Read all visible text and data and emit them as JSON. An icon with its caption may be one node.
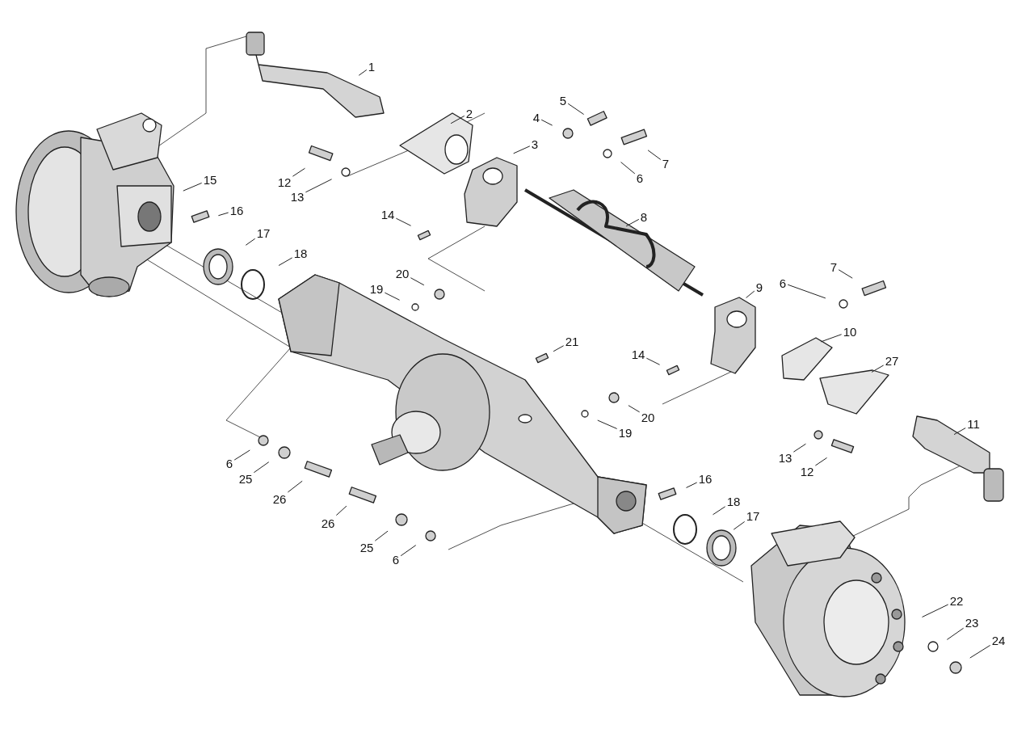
{
  "diagram": {
    "nodes": [
      {
        "text": [
          "1"
        ]
      },
      {
        "text": [
          "2"
        ]
      },
      {
        "text": [
          "5"
        ]
      },
      {
        "text": [
          "4"
        ]
      },
      {
        "text": [
          "3"
        ]
      },
      {
        "text": [
          "7"
        ]
      },
      {
        "text": [
          "6"
        ]
      },
      {
        "text": [
          "12"
        ]
      },
      {
        "text": [
          "13"
        ]
      },
      {
        "text": [
          "15"
        ]
      },
      {
        "text": [
          "16"
        ]
      },
      {
        "text": [
          "14"
        ]
      },
      {
        "text": [
          "8"
        ]
      },
      {
        "text": [
          "17"
        ]
      },
      {
        "text": [
          "18"
        ]
      },
      {
        "text": [
          "20"
        ]
      },
      {
        "text": [
          "19"
        ]
      },
      {
        "text": [
          "7"
        ]
      },
      {
        "text": [
          "6"
        ]
      },
      {
        "text": [
          "9"
        ]
      },
      {
        "text": [
          "10"
        ]
      },
      {
        "text": [
          "21"
        ]
      },
      {
        "text": [
          "14"
        ]
      },
      {
        "text": [
          "27"
        ]
      },
      {
        "text": [
          "20"
        ]
      },
      {
        "text": [
          "19"
        ]
      },
      {
        "text": [
          "11"
        ]
      },
      {
        "text": [
          "13"
        ]
      },
      {
        "text": [
          "6"
        ]
      },
      {
        "text": [
          "12"
        ]
      },
      {
        "text": [
          "25"
        ]
      },
      {
        "text": [
          "16"
        ]
      },
      {
        "text": [
          "26"
        ]
      },
      {
        "text": [
          "18"
        ]
      },
      {
        "text": [
          "17"
        ]
      },
      {
        "text": [
          "26"
        ]
      },
      {
        "text": [
          "25"
        ]
      },
      {
        "text": [
          "6"
        ]
      },
      {
        "text": [
          "22"
        ]
      },
      {
        "text": [
          "23"
        ]
      },
      {
        "text": [
          "24"
        ]
      }
    ],
    "edges": [
      {
        "from": 0,
        "to": null,
        "arrow": "none"
      },
      {
        "from": 1,
        "to": null,
        "arrow": "none"
      },
      {
        "from": 2,
        "to": null,
        "arrow": "none"
      },
      {
        "from": 3,
        "to": null,
        "arrow": "none"
      },
      {
        "from": 4,
        "to": null,
        "arrow": "none"
      },
      {
        "from": 5,
        "to": null,
        "arrow": "none"
      },
      {
        "from": 6,
        "to": null,
        "arrow": "none"
      },
      {
        "from": 7,
        "to": null,
        "arrow": "none"
      },
      {
        "from": 8,
        "to": null,
        "arrow": "none"
      },
      {
        "from": 9,
        "to": null,
        "arrow": "none"
      },
      {
        "from": 10,
        "to": null,
        "arrow": "none"
      },
      {
        "from": 11,
        "to": null,
        "arrow": "none"
      },
      {
        "from": 12,
        "to": null,
        "arrow": "none"
      },
      {
        "from": 13,
        "to": null,
        "arrow": "none"
      },
      {
        "from": 14,
        "to": null,
        "arrow": "none"
      },
      {
        "from": 15,
        "to": null,
        "arrow": "none"
      },
      {
        "from": 16,
        "to": null,
        "arrow": "none"
      },
      {
        "from": 17,
        "to": null,
        "arrow": "none"
      },
      {
        "from": 18,
        "to": null,
        "arrow": "none"
      },
      {
        "from": 19,
        "to": null,
        "arrow": "none"
      },
      {
        "from": 20,
        "to": null,
        "arrow": "none"
      },
      {
        "from": 21,
        "to": null,
        "arrow": "none"
      },
      {
        "from": 22,
        "to": null,
        "arrow": "none"
      },
      {
        "from": 23,
        "to": null,
        "arrow": "none"
      },
      {
        "from": 24,
        "to": null,
        "arrow": "none"
      },
      {
        "from": 25,
        "to": null,
        "arrow": "none"
      },
      {
        "from": 26,
        "to": null,
        "arrow": "none"
      },
      {
        "from": 27,
        "to": null,
        "arrow": "none"
      },
      {
        "from": 28,
        "to": null,
        "arrow": "none"
      },
      {
        "from": 29,
        "to": null,
        "arrow": "none"
      },
      {
        "from": 30,
        "to": null,
        "arrow": "none"
      },
      {
        "from": 31,
        "to": null,
        "arrow": "none"
      },
      {
        "from": 32,
        "to": null,
        "arrow": "none"
      },
      {
        "from": 33,
        "to": null,
        "arrow": "none"
      },
      {
        "from": 34,
        "to": null,
        "arrow": "none"
      },
      {
        "from": 35,
        "to": null,
        "arrow": "none"
      },
      {
        "from": 36,
        "to": null,
        "arrow": "none"
      },
      {
        "from": 37,
        "to": null,
        "arrow": "none"
      },
      {
        "from": 38,
        "to": null,
        "arrow": "none"
      },
      {
        "from": 39,
        "to": null,
        "arrow": "none"
      },
      {
        "from": 40,
        "to": null,
        "arrow": "none"
      }
    ]
  }
}
